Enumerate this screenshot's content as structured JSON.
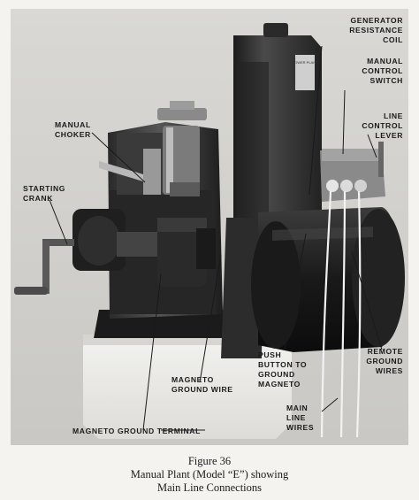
{
  "figure": {
    "labels": {
      "generator_resistance_coil": "GENERATOR\nRESISTANCE\nCOIL",
      "manual_control_switch": "MANUAL\nCONTROL\nSWITCH",
      "line_control_lever": "LINE\nCONTROL\nLEVER",
      "manual_choker": "MANUAL\nCHOKER",
      "starting_crank": "STARTING\nCRANK",
      "magneto_ground_wire": "MAGNETO\nGROUND WIRE",
      "push_button": "PUSH\nBUTTON TO\nGROUND\nMAGNETO",
      "remote_ground_wires": "REMOTE\nGROUND\nWIRES",
      "main_line_wires": "MAIN\nLINE\nWIRES",
      "magneto_ground_terminal": "MAGNETO GROUND TERMINAL"
    },
    "plate_text": "POWER PLANT"
  },
  "caption": {
    "number": "Figure 36",
    "line1": "Manual Plant (Model “E”) showing",
    "line2": "Main Line Connections"
  }
}
